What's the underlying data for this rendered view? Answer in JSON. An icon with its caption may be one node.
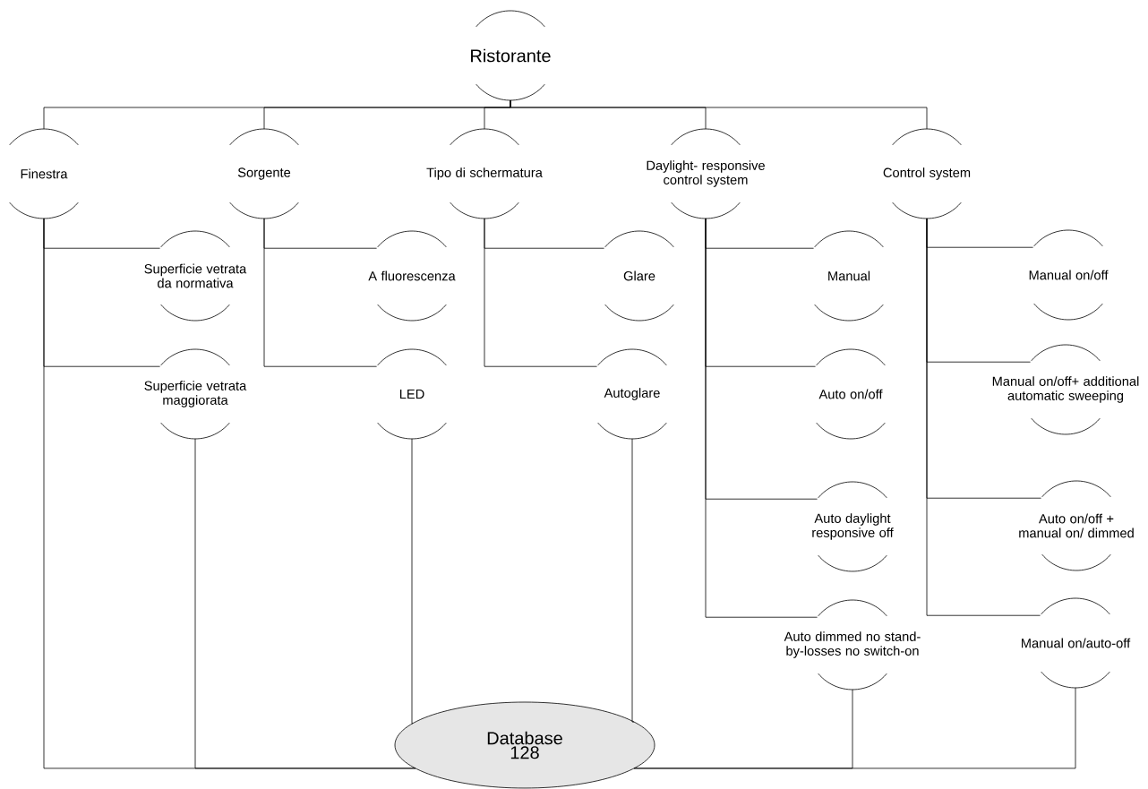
{
  "diagram": {
    "nodes": [
      {
        "text": [
          "Ristorante"
        ]
      },
      {
        "text": [
          "Finestra"
        ]
      },
      {
        "text": [
          "Sorgente"
        ]
      },
      {
        "text": [
          "Tipo di schermatura"
        ]
      },
      {
        "text": [
          "Daylight- responsive control system"
        ]
      },
      {
        "text": [
          "Control system"
        ]
      },
      {
        "text": [
          "Superficie vetrata da normativa"
        ]
      },
      {
        "text": [
          "A fluorescenza"
        ]
      },
      {
        "text": [
          "Glare"
        ]
      },
      {
        "text": [
          "Manual"
        ]
      },
      {
        "text": [
          "Manual on/off"
        ]
      },
      {
        "text": [
          "Superficie vetrata maggiorata"
        ]
      },
      {
        "text": [
          "LED"
        ]
      },
      {
        "text": [
          "Autoglare"
        ]
      },
      {
        "text": [
          "Auto on/off"
        ]
      },
      {
        "text": [
          "Manual on/off+ additional automatic sweeping"
        ]
      },
      {
        "text": [
          "Auto daylight responsive off"
        ]
      },
      {
        "text": [
          "Auto on/off + manual on/ dimmed"
        ]
      },
      {
        "text": [
          "Auto dimmed no stand-by-losses no switch-on"
        ]
      },
      {
        "text": [
          "Manual on/auto-off"
        ]
      },
      {
        "text": [
          "Database 128"
        ]
      }
    ],
    "edges": [
      {
        "from": 0,
        "to": 1,
        "arrow": "none"
      },
      {
        "from": 0,
        "to": 2,
        "arrow": "none"
      },
      {
        "from": 0,
        "to": 3,
        "arrow": "none"
      },
      {
        "from": 0,
        "to": 4,
        "arrow": "none"
      },
      {
        "from": 0,
        "to": 5,
        "arrow": "none"
      },
      {
        "from": 1,
        "to": 6,
        "arrow": "none"
      },
      {
        "from": 1,
        "to": 11,
        "arrow": "none"
      },
      {
        "from": 2,
        "to": 7,
        "arrow": "none"
      },
      {
        "from": 2,
        "to": 12,
        "arrow": "none"
      },
      {
        "from": 3,
        "to": 8,
        "arrow": "none"
      },
      {
        "from": 3,
        "to": 13,
        "arrow": "none"
      },
      {
        "from": 4,
        "to": 9,
        "arrow": "none"
      },
      {
        "from": 4,
        "to": 14,
        "arrow": "none"
      },
      {
        "from": 4,
        "to": 16,
        "arrow": "none"
      },
      {
        "from": 4,
        "to": 18,
        "arrow": "none"
      },
      {
        "from": 5,
        "to": 10,
        "arrow": "none"
      },
      {
        "from": 5,
        "to": 15,
        "arrow": "none"
      },
      {
        "from": 5,
        "to": 17,
        "arrow": "none"
      },
      {
        "from": 5,
        "to": 19,
        "arrow": "none"
      },
      {
        "from": 1,
        "to": 20,
        "arrow": "none"
      },
      {
        "from": 11,
        "to": 20,
        "arrow": "none"
      },
      {
        "from": 12,
        "to": 20,
        "arrow": "none"
      },
      {
        "from": 13,
        "to": 20,
        "arrow": "none"
      },
      {
        "from": 18,
        "to": 20,
        "arrow": "none"
      },
      {
        "from": 19,
        "to": 20,
        "arrow": "none"
      }
    ]
  }
}
